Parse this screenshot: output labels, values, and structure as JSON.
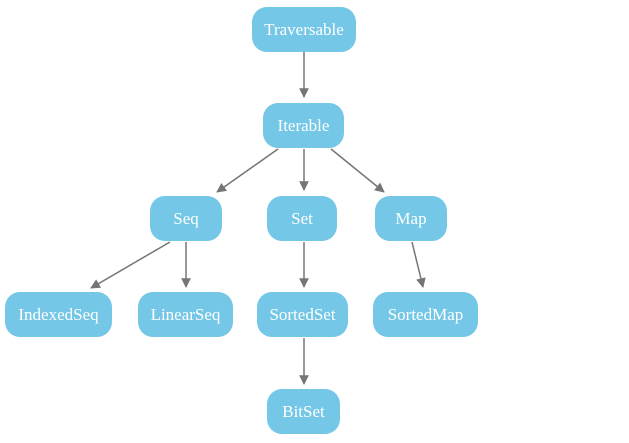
{
  "diagram": {
    "nodes": [
      {
        "id": "traversable",
        "label": "Traversable"
      },
      {
        "id": "iterable",
        "label": "Iterable"
      },
      {
        "id": "seq",
        "label": "Seq"
      },
      {
        "id": "set",
        "label": "Set"
      },
      {
        "id": "map",
        "label": "Map"
      },
      {
        "id": "indexedseq",
        "label": "IndexedSeq"
      },
      {
        "id": "linearseq",
        "label": "LinearSeq"
      },
      {
        "id": "sortedset",
        "label": "SortedSet"
      },
      {
        "id": "sortedmap",
        "label": "SortedMap"
      },
      {
        "id": "bitset",
        "label": "BitSet"
      }
    ],
    "edges": [
      {
        "from": "Traversable",
        "to": "Iterable"
      },
      {
        "from": "Iterable",
        "to": "Seq"
      },
      {
        "from": "Iterable",
        "to": "Set"
      },
      {
        "from": "Iterable",
        "to": "Map"
      },
      {
        "from": "Seq",
        "to": "IndexedSeq"
      },
      {
        "from": "Seq",
        "to": "LinearSeq"
      },
      {
        "from": "Set",
        "to": "SortedSet"
      },
      {
        "from": "Map",
        "to": "SortedMap"
      },
      {
        "from": "SortedSet",
        "to": "BitSet"
      }
    ],
    "colors": {
      "node_fill": "#74c7e6",
      "node_text": "#ffffff",
      "edge": "#757575",
      "background": "#ffffff"
    }
  }
}
